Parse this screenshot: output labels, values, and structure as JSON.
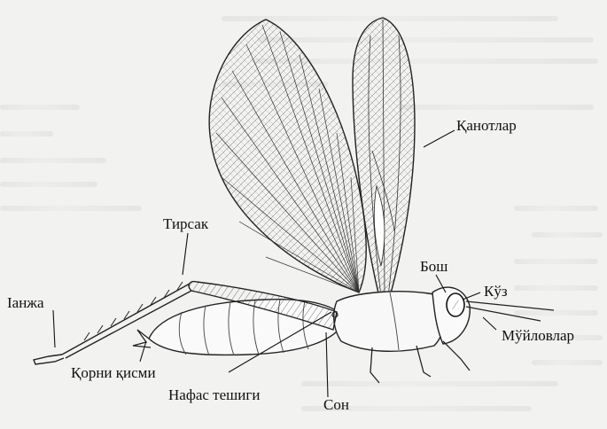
{
  "labels": {
    "wings": "Қанотлар",
    "head": "Бош",
    "eye": "Кўз",
    "antennae": "Мўйловлар",
    "tibia": "Тирсак",
    "foot": "Іанжа",
    "abdomen": "Қорни қисми",
    "femur": "Сон",
    "spiracle": "Нафас тешиги"
  },
  "colors": {
    "ink": "#111111",
    "paper": "#f2f2f0"
  }
}
